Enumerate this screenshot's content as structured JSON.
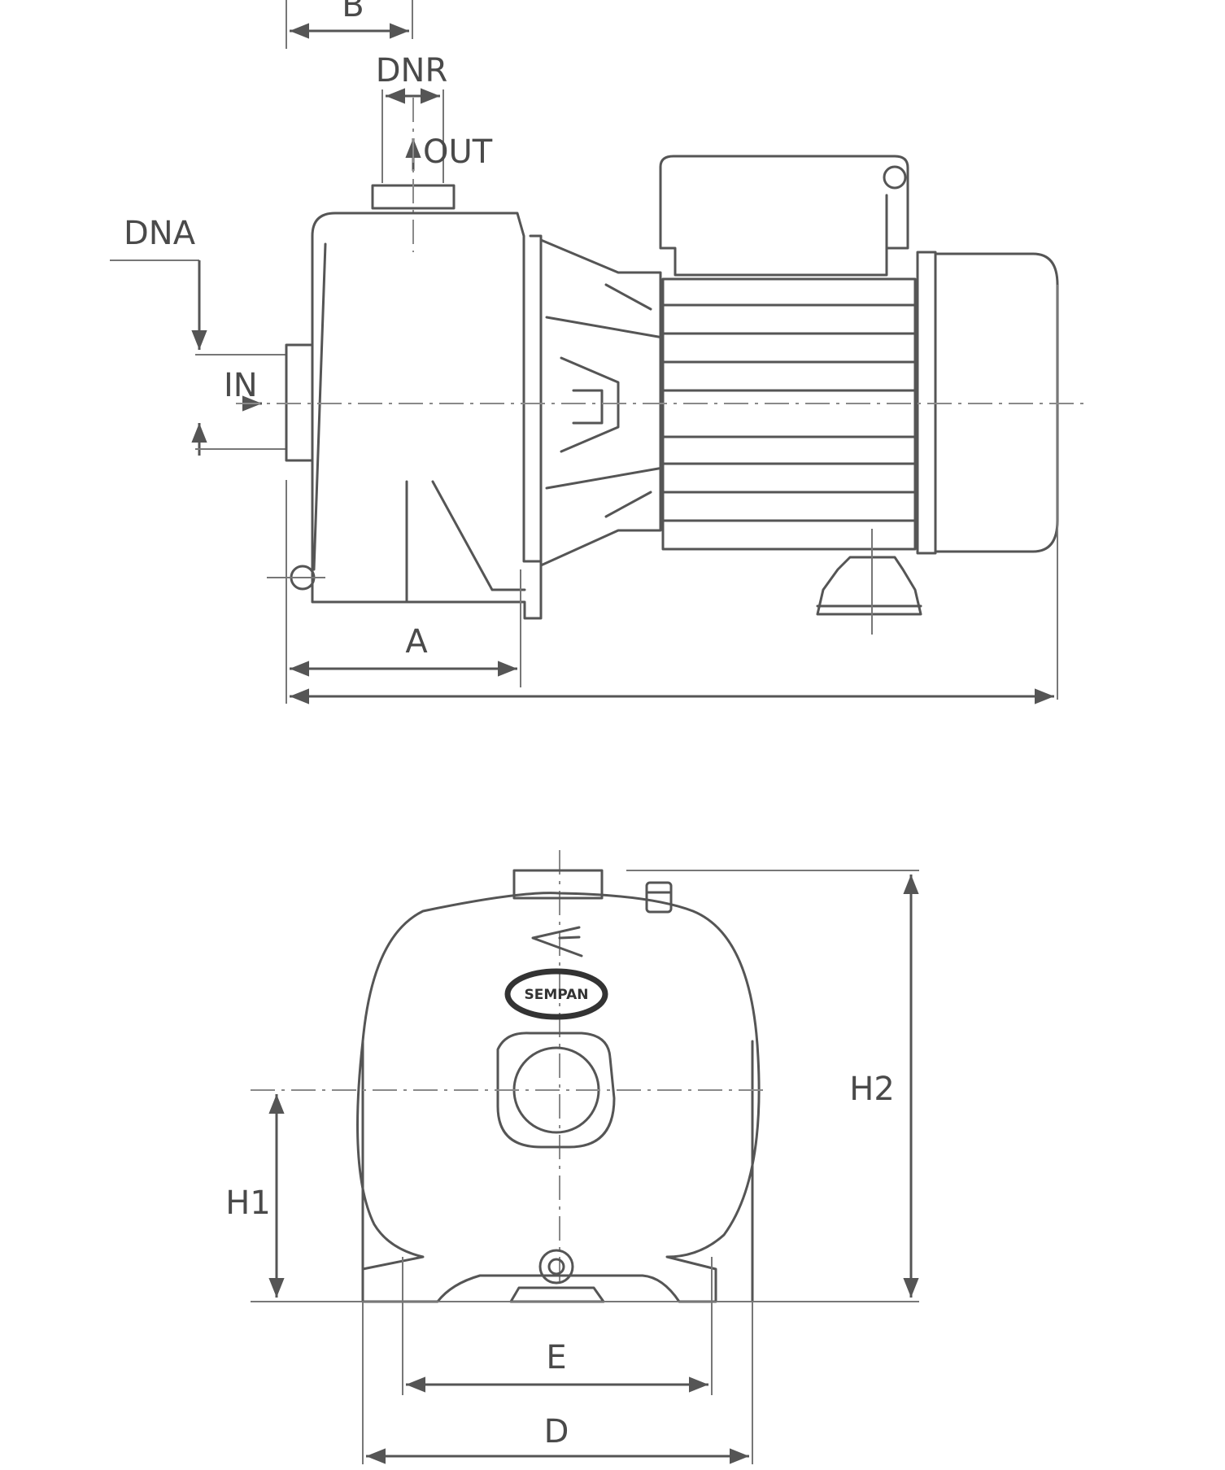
{
  "side_view": {
    "labels": {
      "B": "B",
      "DNR": "DNR",
      "OUT": "OUT",
      "DNA": "DNA",
      "IN": "IN",
      "A": "A"
    }
  },
  "front_view": {
    "labels": {
      "H2": "H2",
      "H1": "H1",
      "E": "E",
      "D": "D"
    },
    "logo": "SEMPAN"
  },
  "colors": {
    "line": "#555555",
    "background": "#ffffff"
  }
}
